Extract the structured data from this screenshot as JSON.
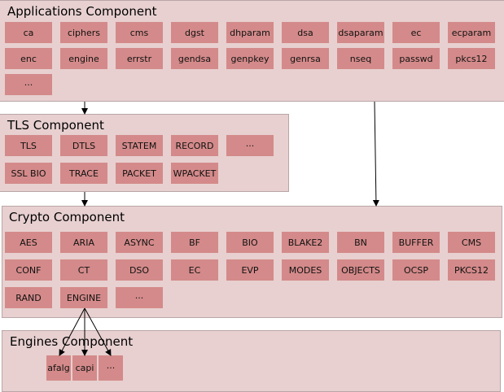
{
  "applications": {
    "title": "Applications Component",
    "items": [
      "ca",
      "ciphers",
      "cms",
      "dgst",
      "dhparam",
      "dsa",
      "dsaparam",
      "ec",
      "ecparam",
      "enc",
      "engine",
      "errstr",
      "gendsa",
      "genpkey",
      "genrsa",
      "nseq",
      "passwd",
      "pkcs12",
      "···"
    ]
  },
  "tls": {
    "title": "TLS Component",
    "items": [
      "TLS",
      "DTLS",
      "STATEM",
      "RECORD",
      "···",
      "SSL BIO",
      "TRACE",
      "PACKET",
      "WPACKET"
    ]
  },
  "crypto": {
    "title": "Crypto Component",
    "items": [
      "AES",
      "ARIA",
      "ASYNC",
      "BF",
      "BIO",
      "BLAKE2",
      "BN",
      "BUFFER",
      "CMS",
      "CONF",
      "CT",
      "DSO",
      "EC",
      "EVP",
      "MODES",
      "OBJECTS",
      "OCSP",
      "PKCS12",
      "RAND",
      "ENGINE",
      "···"
    ]
  },
  "engines": {
    "title": "Engines Component",
    "items": [
      "afalg",
      "capi",
      "···"
    ]
  },
  "colors": {
    "panel": "#e8d0d0",
    "box": "#d48a8a",
    "arrow": "#000000"
  }
}
